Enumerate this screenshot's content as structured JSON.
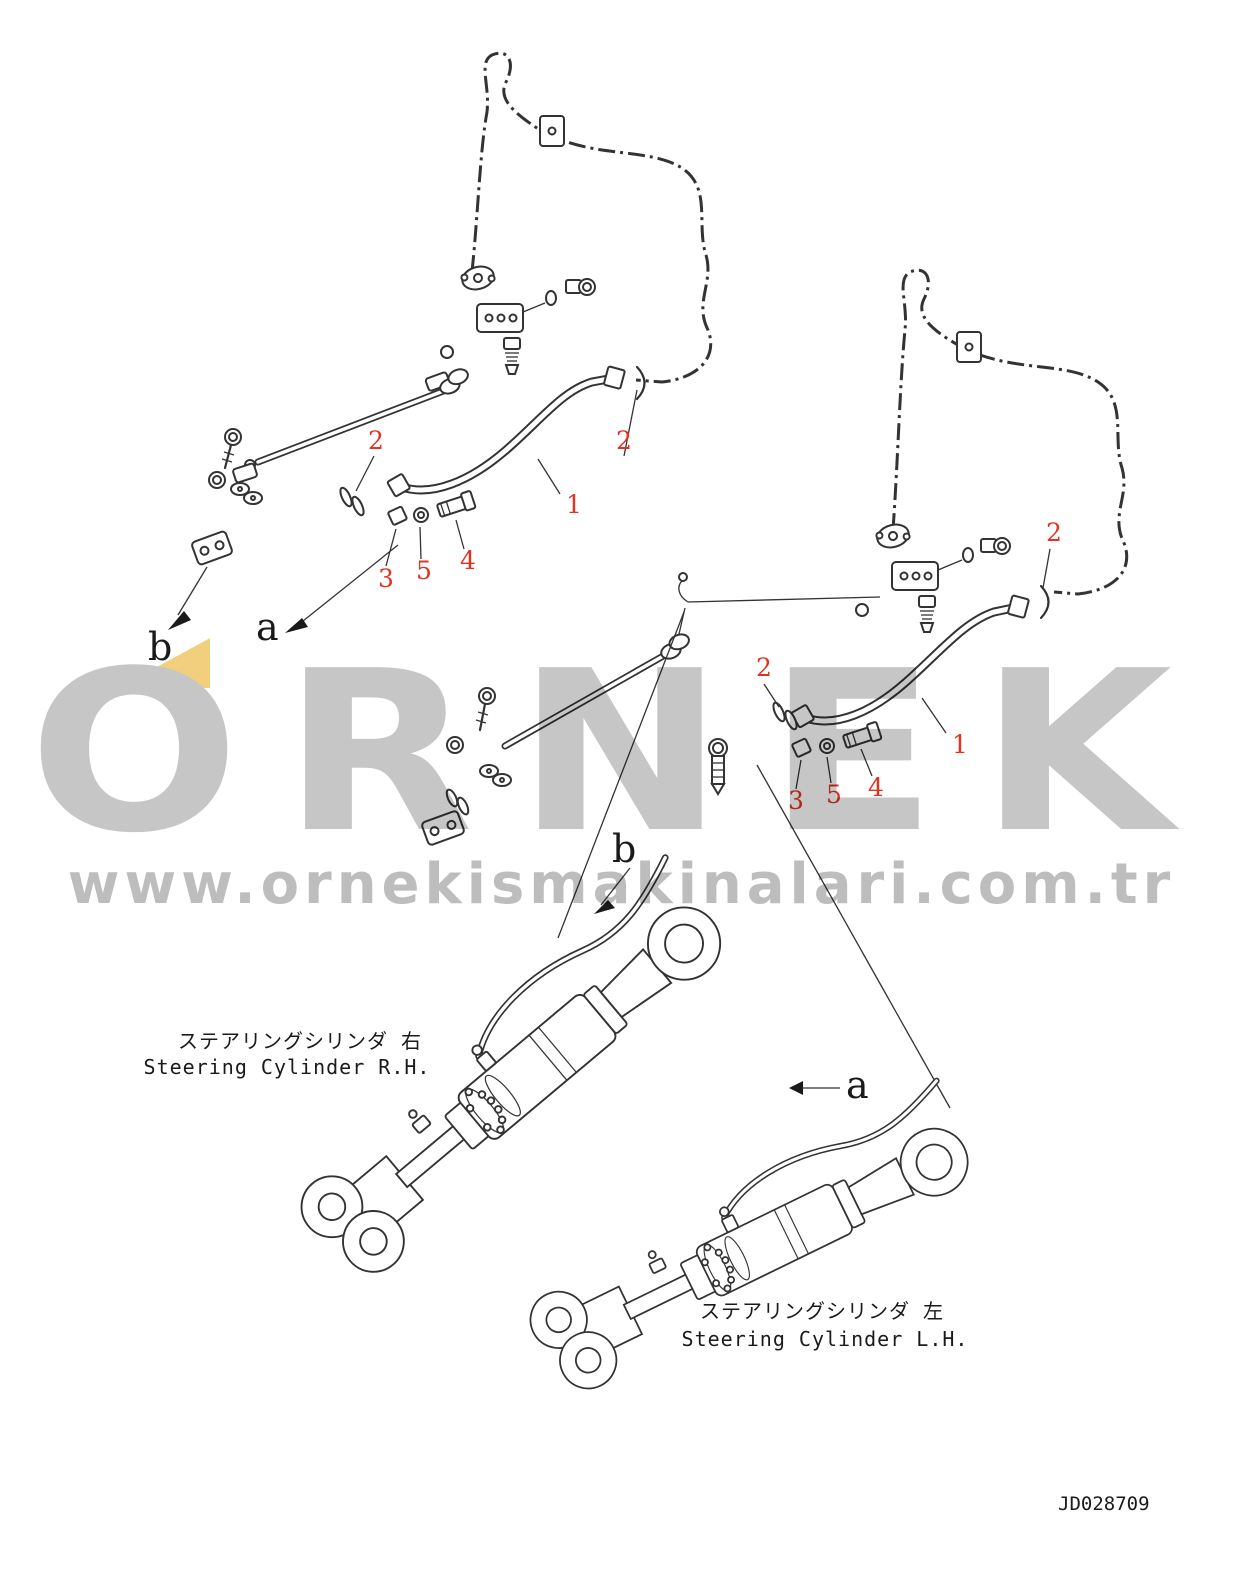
{
  "watermark": {
    "brand": "ORNEK",
    "url": "www.ornekismakinalari.com.tr"
  },
  "views": {
    "a": "a",
    "b": "b"
  },
  "callouts": {
    "left": {
      "hose": "1",
      "hose_clip": "2",
      "washers": "2",
      "elbow": "3",
      "connector": "4",
      "ring": "5"
    },
    "right": {
      "hose": "1",
      "hose_clip": "2",
      "washers": "2",
      "elbow": "3",
      "connector": "4",
      "ring": "5"
    }
  },
  "labels": {
    "rh_jp": "ステアリングシリンダ  右",
    "rh_en": "Steering Cylinder R.H.",
    "lh_jp": "ステアリングシリンダ  左",
    "lh_en": "Steering Cylinder L.H.",
    "drawing_number": "JD028709"
  },
  "colors": {
    "callout_red": "#e03422",
    "line": "#333333",
    "watermark_gray": "#c6c6c6",
    "watermark_yellow": "#f2cf7c",
    "background": "#ffffff"
  }
}
